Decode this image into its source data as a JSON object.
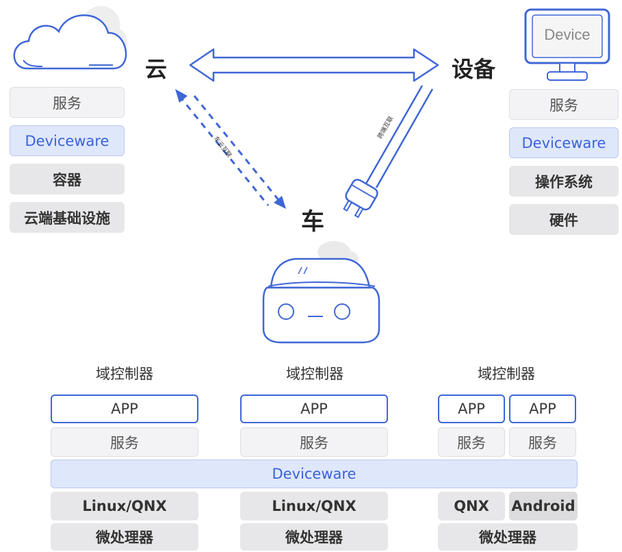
{
  "cloud": {
    "label": "云",
    "layers": [
      "服务",
      "Deviceware",
      "容器",
      "云端基础设施"
    ]
  },
  "device": {
    "label": "设备",
    "screen_text": "Device",
    "layers": [
      "服务",
      "Deviceware",
      "操作系统",
      "硬件"
    ]
  },
  "car": {
    "label": "车"
  },
  "links": {
    "car_cloud": "车云互联",
    "car_device": "跨端互联"
  },
  "controllers": [
    {
      "title": "域控制器",
      "apps": [
        "APP"
      ],
      "services": [
        "服务"
      ],
      "os": [
        "Linux/QNX"
      ],
      "hw": "微处理器"
    },
    {
      "title": "域控制器",
      "apps": [
        "APP"
      ],
      "services": [
        "服务"
      ],
      "os": [
        "Linux/QNX"
      ],
      "hw": "微处理器"
    },
    {
      "title": "域控制器",
      "apps": [
        "APP",
        "APP"
      ],
      "services": [
        "服务",
        "服务"
      ],
      "os": [
        "QNX",
        "Android"
      ],
      "hw": "微处理器"
    }
  ],
  "deviceware_bar": "Deviceware",
  "colors": {
    "accent": "#3f66d6",
    "light_blue": "#dfe7fb",
    "gray": "#e7e7e9",
    "service": "#f3f3f5"
  }
}
